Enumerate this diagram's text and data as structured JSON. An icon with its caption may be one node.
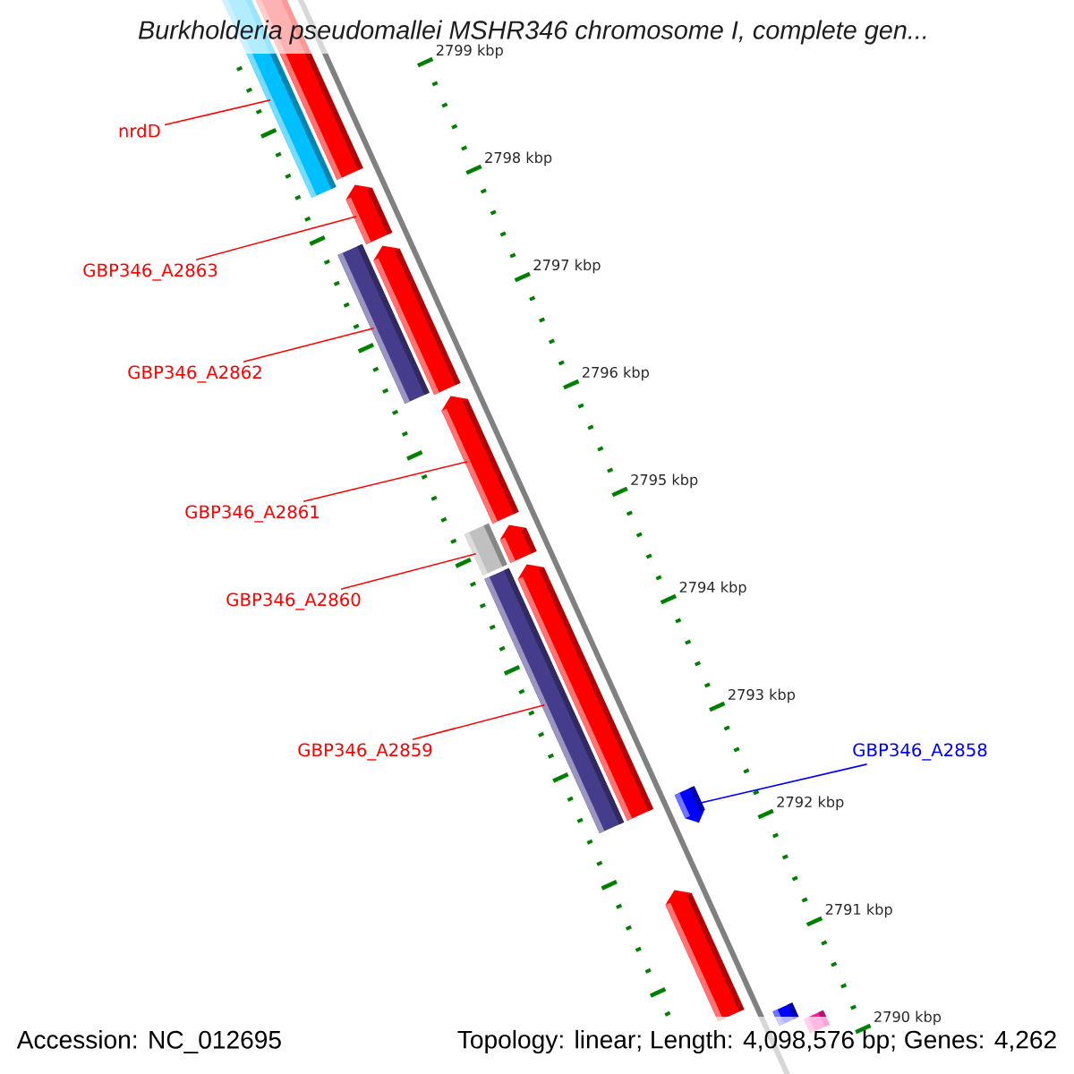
{
  "diagram": {
    "title": "Burkholderia pseudomallei MSHR346 chromosome I, complete gen...",
    "nodes": [
      {
        "text": [
          "nrdD"
        ]
      },
      {
        "text": [
          "GBP346_A2863"
        ]
      },
      {
        "text": [
          "GBP346_A2862"
        ]
      },
      {
        "text": [
          "GBP346_A2861"
        ]
      },
      {
        "text": [
          "GBP346_A2860"
        ]
      },
      {
        "text": [
          "GBP346_A2859"
        ]
      },
      {
        "text": [
          "GBP346_A2858"
        ]
      },
      {
        "text": [],
        "shape": "bar"
      },
      {
        "text": [],
        "shape": "bar"
      },
      {
        "text": [],
        "shape": "bar"
      },
      {
        "text": [],
        "shape": "bar"
      },
      {
        "text": [],
        "shape": "bar"
      },
      {
        "text": [],
        "shape": "bar"
      },
      {
        "text": [],
        "shape": "bar"
      },
      {
        "text": [],
        "shape": "bar"
      },
      {
        "text": [],
        "shape": "bar"
      },
      {
        "text": [],
        "shape": "bar"
      },
      {
        "text": [],
        "shape": "bar"
      },
      {
        "text": [],
        "shape": "bar"
      },
      {
        "text": [],
        "shape": "bar"
      },
      {
        "text": [],
        "shape": "bar"
      }
    ],
    "edges": [
      {
        "from": 0,
        "to": 7,
        "arrow": "none"
      },
      {
        "from": 1,
        "to": 9,
        "arrow": "none"
      },
      {
        "from": 2,
        "to": 11,
        "arrow": "none"
      },
      {
        "from": 3,
        "to": 12,
        "arrow": "none"
      },
      {
        "from": 4,
        "to": 14,
        "arrow": "none"
      },
      {
        "from": 5,
        "to": 16,
        "arrow": "none"
      },
      {
        "from": 6,
        "to": 17,
        "arrow": "none",
        "color": "#0000ff"
      }
    ],
    "labels": [
      "2799 kbp",
      "2798 kbp",
      "2797 kbp",
      "2796 kbp",
      "2795 kbp",
      "2794 kbp",
      "2793 kbp",
      "2792 kbp",
      "2791 kbp",
      "2790 kbp",
      "Accession: NC_012695",
      "Topology: linear; Length: 4,098,576 bp; Genes: 4,262"
    ]
  }
}
